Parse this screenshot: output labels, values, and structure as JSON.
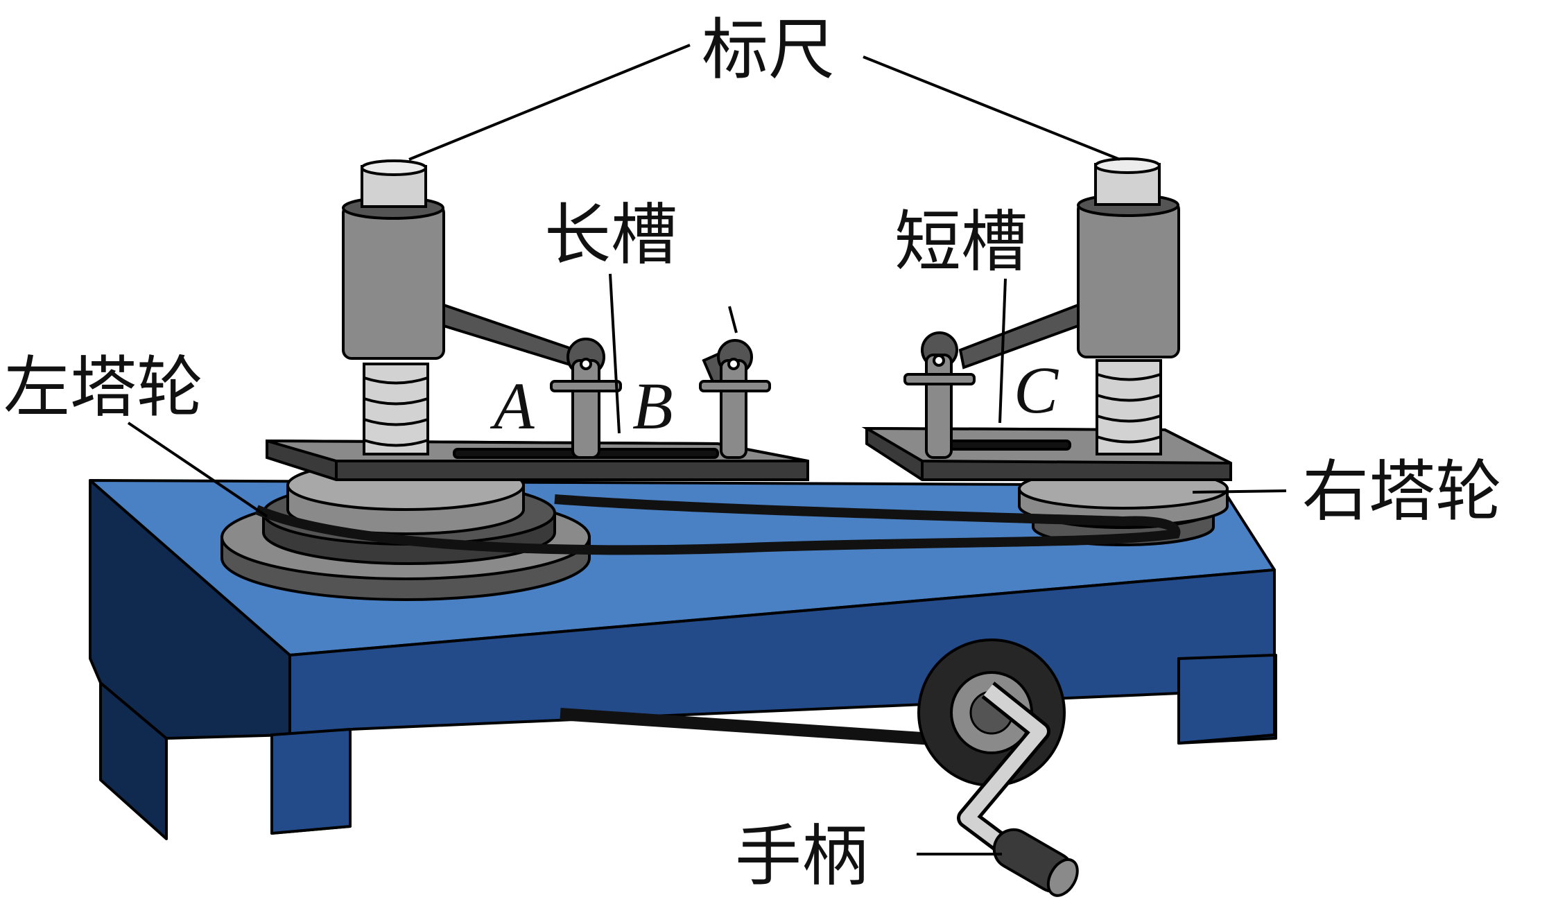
{
  "labels": {
    "ruler": "标尺",
    "long_slot": "长槽",
    "short_slot": "短槽",
    "left_pulley": "左塔轮",
    "right_pulley": "右塔轮",
    "handle": "手柄",
    "point_a": "A",
    "point_b": "B",
    "point_c": "C"
  },
  "colors": {
    "table_top": "#4a80c4",
    "table_side": "#234b8a",
    "table_dark": "#10294f",
    "metal_light": "#d2d2d2",
    "metal_mid": "#8a8a8a",
    "metal_dark": "#545454",
    "belt": "#111111"
  }
}
